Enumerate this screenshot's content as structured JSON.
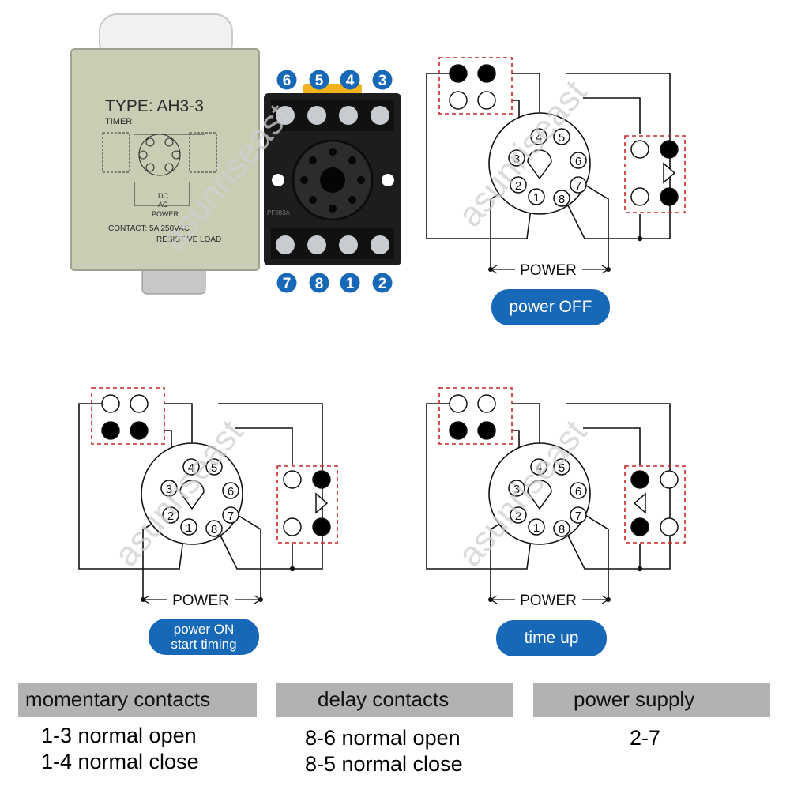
{
  "product": {
    "type_label": "TYPE: AH3-3",
    "timer_label": "TIMER",
    "dc_label": "DC",
    "ac_label": "AC",
    "power_label": "POWER",
    "contact_line1": "CONTACT: 5A 250VAC",
    "contact_line2": "RESISTIVE LOAD",
    "socket_label": "PF083A"
  },
  "socket_terminals": {
    "top": [
      "6",
      "5",
      "4",
      "3"
    ],
    "bottom": [
      "7",
      "8",
      "1",
      "2"
    ]
  },
  "diagrams": {
    "pin_numbers": [
      "1",
      "2",
      "3",
      "4",
      "5",
      "6",
      "7",
      "8"
    ],
    "power_label": "POWER",
    "states": [
      {
        "badge": "power OFF"
      },
      {
        "badge_line1": "power ON",
        "badge_line2": "start timing"
      },
      {
        "badge": "time up"
      }
    ]
  },
  "watermark": "asunriseast",
  "summary": {
    "momentary": {
      "title": "momentary contacts",
      "line1": "1-3 normal open",
      "line2": "1-4 normal close"
    },
    "delay": {
      "title": "delay contacts",
      "line1": "8-6 normal open",
      "line2": "8-5 normal close"
    },
    "power": {
      "title": "power supply",
      "line1": "2-7"
    }
  },
  "colors": {
    "badge_blue": "#1769b8",
    "dash_red": "#cc2222",
    "panel_gray": "#b2b2b2",
    "relay_body": "#c9cdb4"
  }
}
